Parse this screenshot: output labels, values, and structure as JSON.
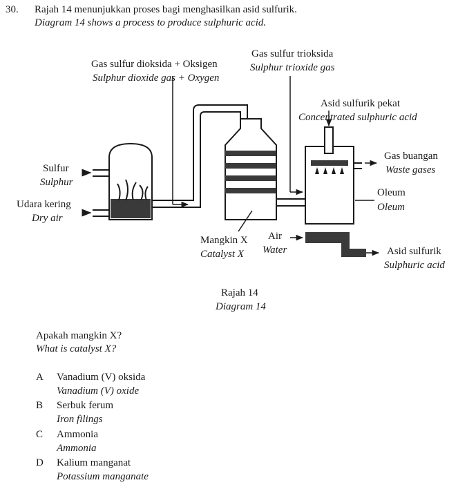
{
  "question": {
    "number": "30.",
    "text_ms": "Rajah 14 menunjukkan proses bagi menghasilkan asid sulfurik.",
    "text_en": "Diagram 14 shows a process to produce sulphuric acid."
  },
  "diagram": {
    "labels": {
      "so2_ms": "Gas sulfur dioksida + Oksigen",
      "so2_en": "Sulphur dioxide gas + Oxygen",
      "so3_ms": "Gas sulfur trioksida",
      "so3_en": "Sulphur trioxide gas",
      "conc_ms": "Asid sulfurik pekat",
      "conc_en": "Concentrated sulphuric acid",
      "waste_ms": "Gas buangan",
      "waste_en": "Waste gases",
      "oleum_ms": "Oleum",
      "oleum_en": "Oleum",
      "sulfur_ms": "Sulfur",
      "sulfur_en": "Sulphur",
      "dryair_ms": "Udara kering",
      "dryair_en": "Dry air",
      "catalyst_ms": "Mangkin X",
      "catalyst_en": "Catalyst X",
      "water_ms": "Air",
      "water_en": "Water",
      "acid_ms": "Asid sulfurik",
      "acid_en": "Sulphuric acid"
    },
    "caption_ms": "Rajah 14",
    "caption_en": "Diagram 14"
  },
  "prompt": {
    "text_ms": "Apakah mangkin X?",
    "text_en": "What is catalyst X?"
  },
  "options": [
    {
      "letter": "A",
      "ms": "Vanadium (V) oksida",
      "en": "Vanadium (V) oxide"
    },
    {
      "letter": "B",
      "ms": "Serbuk ferum",
      "en": "Iron filings"
    },
    {
      "letter": "C",
      "ms": "Ammonia",
      "en": "Ammonia"
    },
    {
      "letter": "D",
      "ms": "Kalium manganat",
      "en": "Potassium manganate"
    }
  ]
}
